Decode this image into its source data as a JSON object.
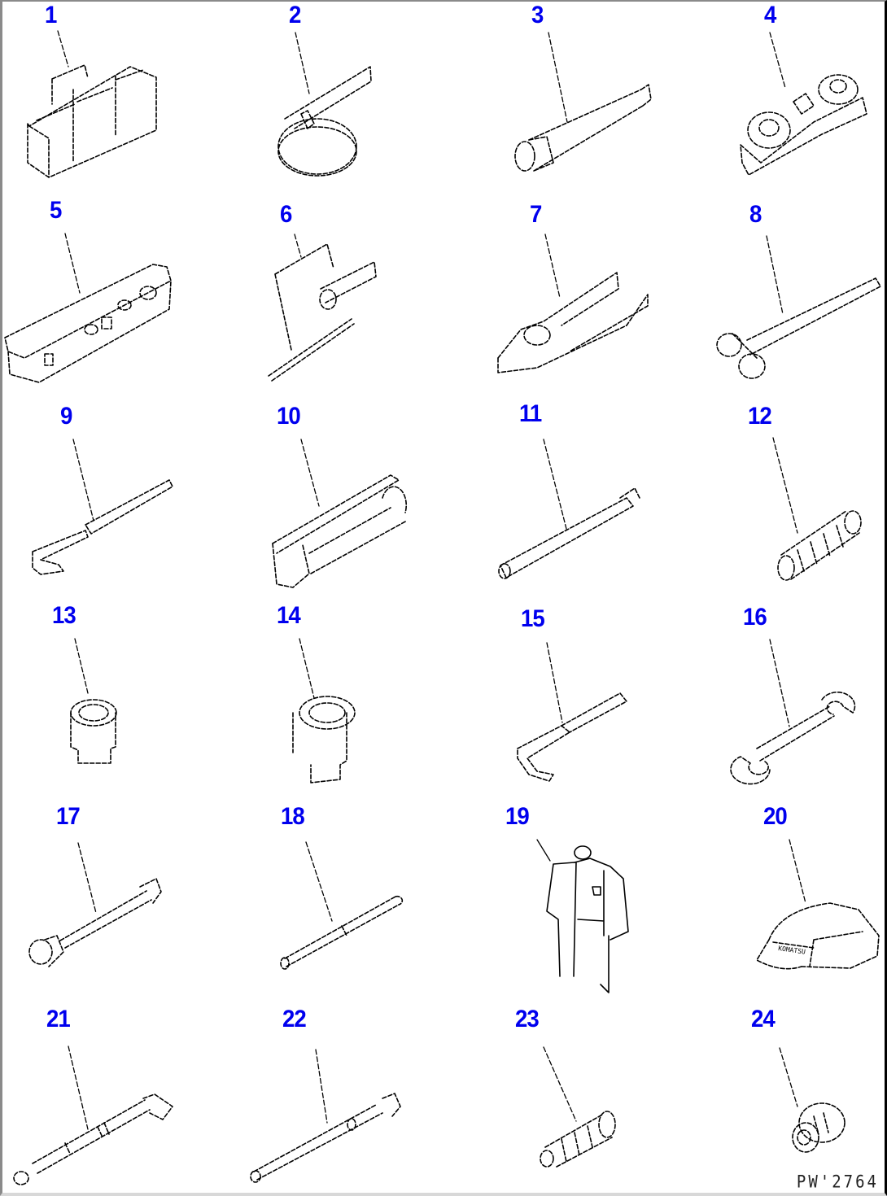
{
  "diagram": {
    "type": "parts-illustration",
    "subject": "tool kit",
    "drawing_id": "PW12764",
    "callout_color": "#0000EE",
    "line_color": "#000000",
    "items": [
      {
        "number": "1",
        "depicts": "tool bag / pouch"
      },
      {
        "number": "2",
        "depicts": "filter wrench (band type)"
      },
      {
        "number": "3",
        "depicts": "box wrench / socket bar"
      },
      {
        "number": "4",
        "depicts": "ratchet wrench set"
      },
      {
        "number": "5",
        "depicts": "socket set in case"
      },
      {
        "number": "6",
        "depicts": "screwdriver with bar"
      },
      {
        "number": "7",
        "depicts": "pliers"
      },
      {
        "number": "8",
        "depicts": "hammer"
      },
      {
        "number": "9",
        "depicts": "pry bar"
      },
      {
        "number": "10",
        "depicts": "grease gun"
      },
      {
        "number": "11",
        "depicts": "extension bar"
      },
      {
        "number": "12",
        "depicts": "grease nozzle / hose"
      },
      {
        "number": "13",
        "depicts": "socket (small)"
      },
      {
        "number": "14",
        "depicts": "socket (large)"
      },
      {
        "number": "15",
        "depicts": "L-handle wrench"
      },
      {
        "number": "16",
        "depicts": "double open-end spanner"
      },
      {
        "number": "17",
        "depicts": "socket wrench bar"
      },
      {
        "number": "18",
        "depicts": "tommy bar"
      },
      {
        "number": "19",
        "depicts": "coveralls"
      },
      {
        "number": "20",
        "depicts": "cap"
      },
      {
        "number": "21",
        "depicts": "torque wrench"
      },
      {
        "number": "22",
        "depicts": "torque wrench (adjustable head)"
      },
      {
        "number": "23",
        "depicts": "adapter (threaded, long)"
      },
      {
        "number": "24",
        "depicts": "adapter (threaded, short)"
      }
    ],
    "cap_text": "KOMATSU",
    "drawing_id_display": "PW'2764"
  }
}
